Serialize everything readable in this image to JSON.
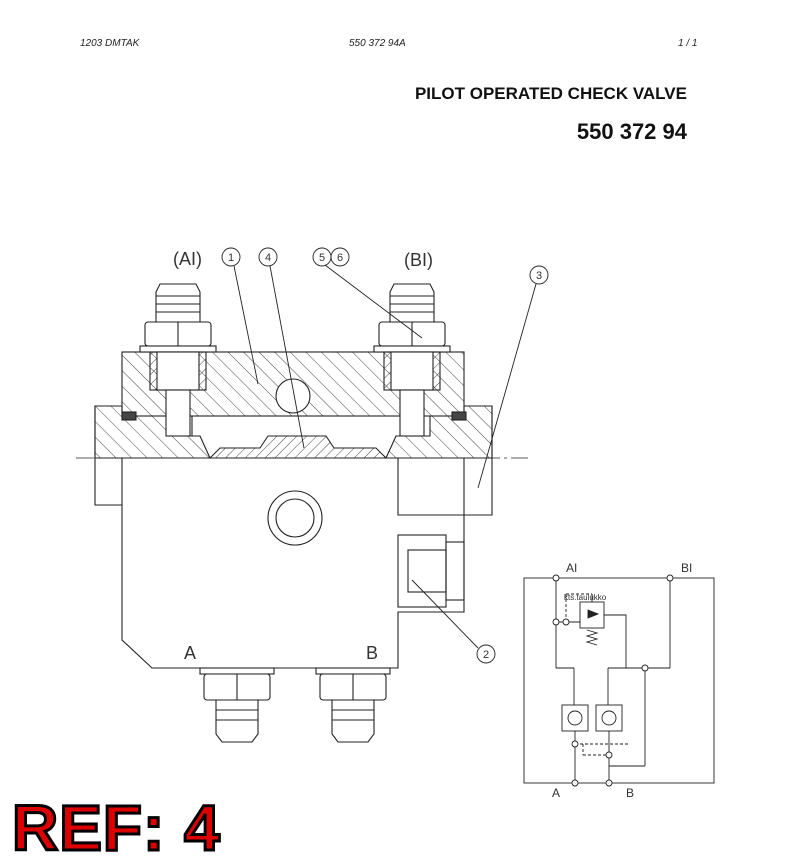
{
  "header": {
    "left": "1203 DMTAK",
    "middle": "550 372 94A",
    "page": "1 /   1"
  },
  "document": {
    "title": "PILOT OPERATED CHECK VALVE",
    "number": "550 372 94"
  },
  "drawing": {
    "port_labels": {
      "ai": "(AI)",
      "bi": "(BI)",
      "a": "A",
      "b": "B"
    },
    "callouts": [
      "1",
      "4",
      "5",
      "6",
      "3",
      "2"
    ]
  },
  "schematic": {
    "port_ai": "AI",
    "port_bi": "BI",
    "port_a": "A",
    "port_b": "B",
    "note": "kts.taulukko"
  },
  "reference": "REF: 4"
}
